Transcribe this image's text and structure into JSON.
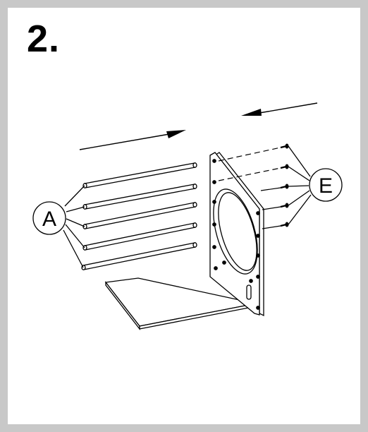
{
  "step": {
    "number": "2."
  },
  "callouts": {
    "rods": {
      "letter": "A",
      "count": 5
    },
    "screws": {
      "letter": "E",
      "count": 5
    }
  },
  "colors": {
    "frame": "#c8c8c8",
    "line": "#000000",
    "background": "#ffffff"
  }
}
